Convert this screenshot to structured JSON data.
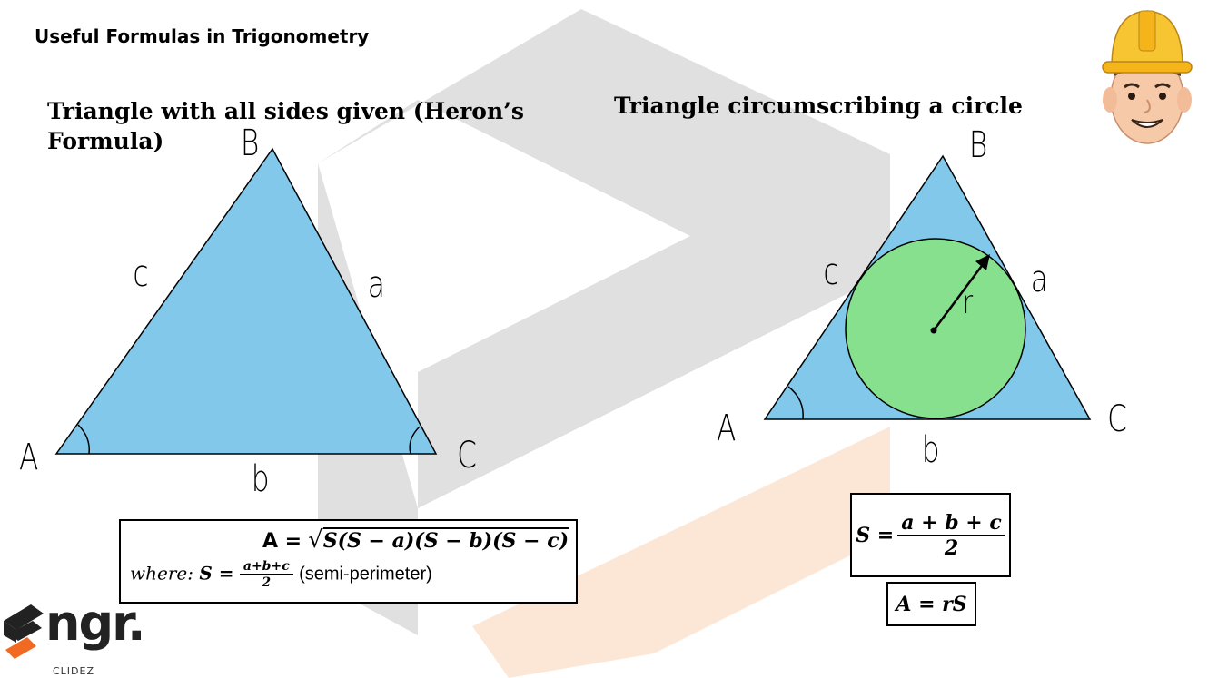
{
  "slide": {
    "title": "Useful Formulas in Trigonometry"
  },
  "heron": {
    "heading_line1": "Triangle with all sides given (Heron’s",
    "heading_line2": "Formula)",
    "vertex_a": "A",
    "vertex_b": "B",
    "vertex_c": "C",
    "side_a": "a",
    "side_b": "b",
    "side_c": "c",
    "formula_lhs": "A =",
    "formula_radicand": "S(S − a)(S − b)(S − c)",
    "where_label": "where:",
    "s_label": "S =",
    "s_num": "a+b+c",
    "s_den": "2",
    "s_note": "(semi-perimeter)"
  },
  "incircle": {
    "heading": "Triangle circumscribing a circle",
    "vertex_a": "A",
    "vertex_b": "B",
    "vertex_c": "C",
    "side_a": "a",
    "side_b": "b",
    "side_c": "c",
    "radius_label": "r",
    "s_label": "S =",
    "s_num": "a + b + c",
    "s_den": "2",
    "area_formula": "A = rS"
  },
  "brand": {
    "logo_text": "ngr.",
    "logo_sub": "CLIDEZ"
  },
  "colors": {
    "triangle_fill": "#82C8EA",
    "circle_fill": "#86E08E",
    "watermark_gray": "#D9D9D9",
    "watermark_orange": "#FCE5D4",
    "logo_orange": "#F26A21",
    "helmet_yellow": "#F7C531"
  }
}
